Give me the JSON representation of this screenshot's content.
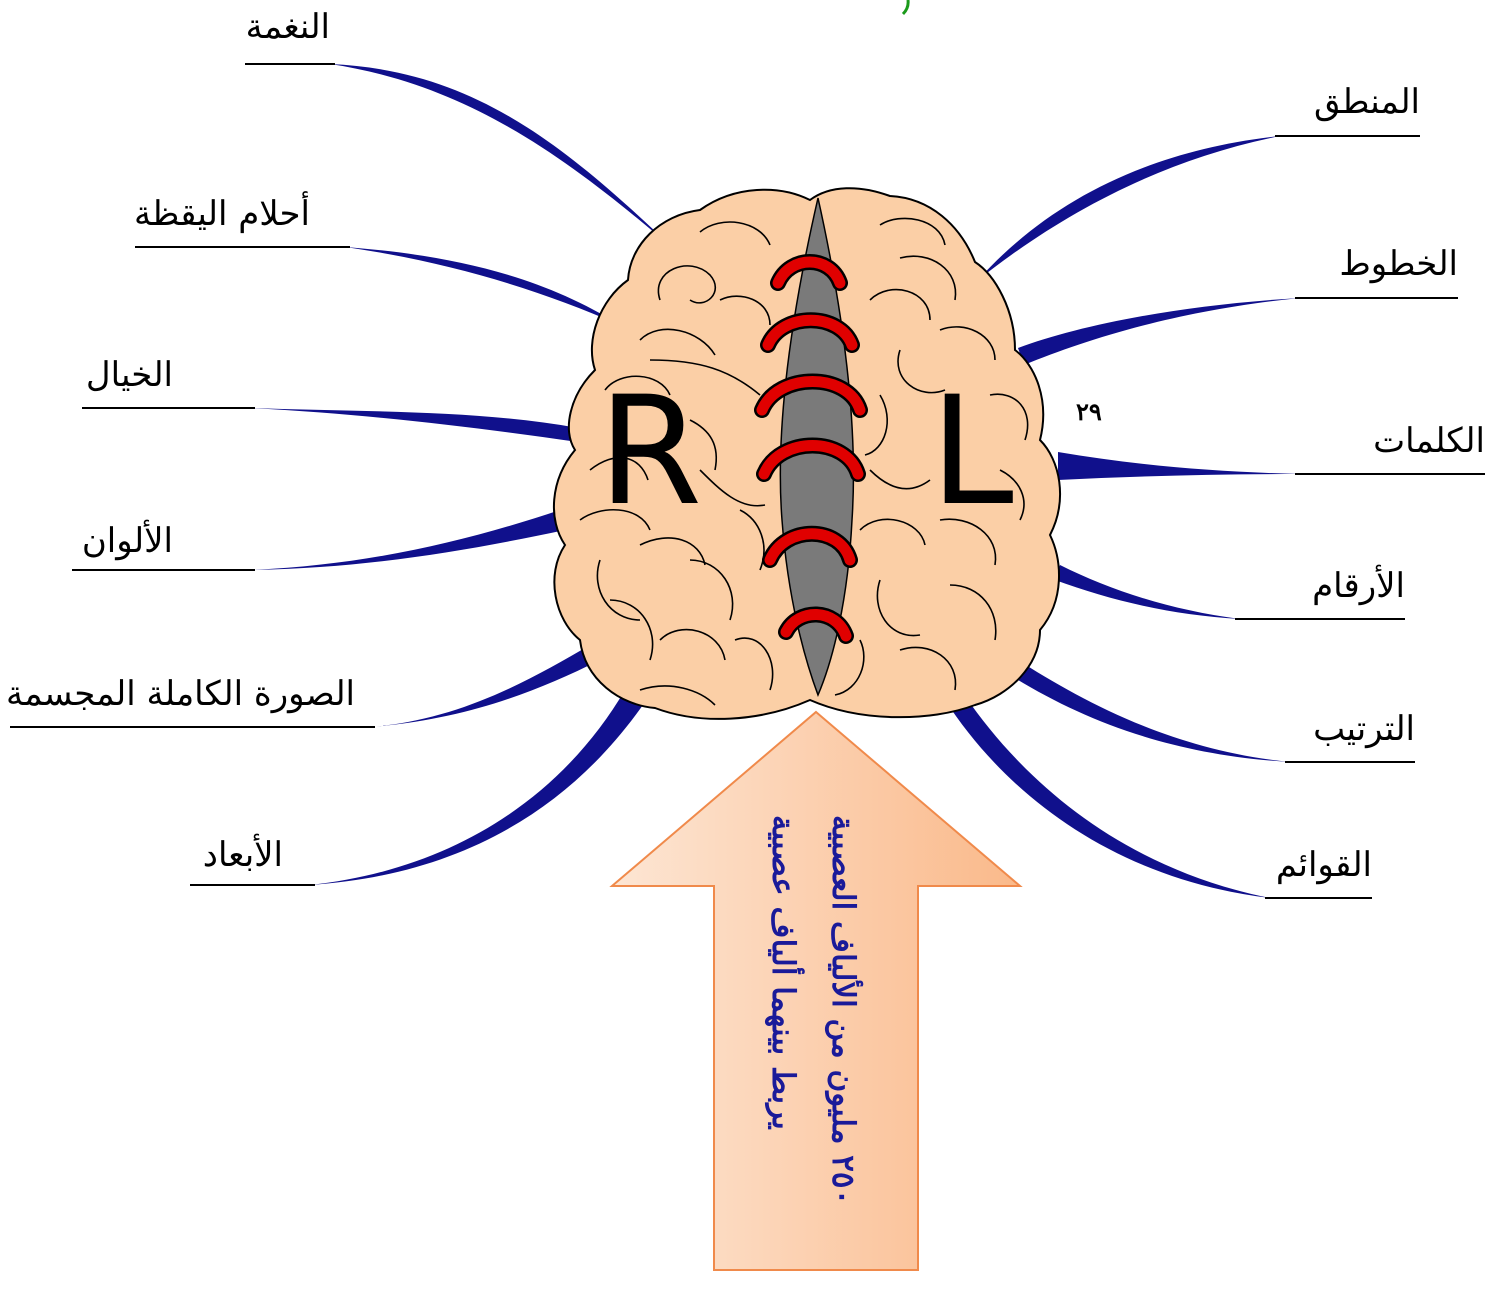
{
  "diagram": {
    "hemispheres": {
      "right_letter": "R",
      "left_letter": "L"
    },
    "right_brain_functions": [
      "النغمة",
      "أحلام اليقظة",
      "الخيال",
      "الألوان",
      "الصورة الكاملة المجسمة",
      "الأبعاد"
    ],
    "left_brain_functions": [
      "المنطق",
      "الخطوط",
      "الكلمات",
      "الأرقام",
      "الترتيب",
      "القوائم"
    ],
    "stray_mark": "٢٩",
    "arrow": {
      "line1": "يربط بينهما ألياف عصبية",
      "line2": "٢٥٠ مليون من الألياف العصبية"
    },
    "colors": {
      "brain": "#fbcfa6",
      "branch": "#10108c",
      "fissure": "#7a7a7a",
      "fibers": "#e00000",
      "arrow_light": "#fde3cf",
      "arrow_dark": "#fab98a",
      "arrow_text": "#1a1a99"
    }
  }
}
